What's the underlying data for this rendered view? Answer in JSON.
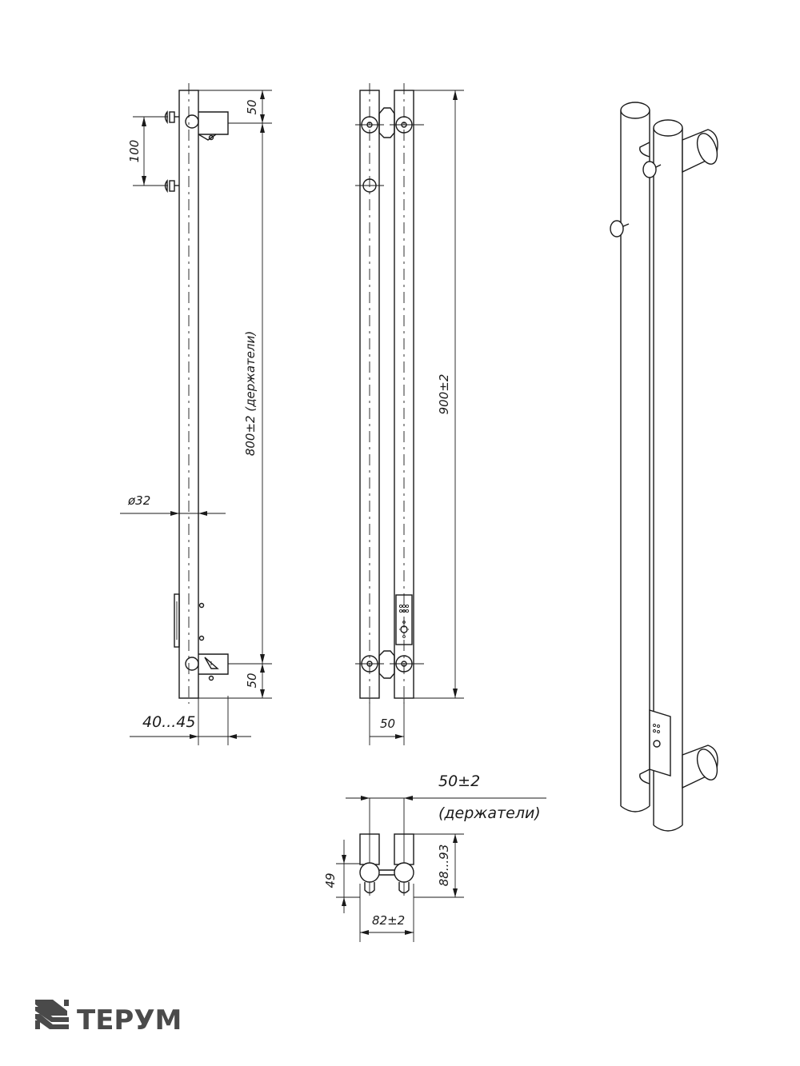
{
  "views": {
    "side": {
      "dim_holder_pitch": "100",
      "dim_top": "50",
      "dim_bottom": "50",
      "dim_height_holders": "800±2 (держатели)",
      "dim_diameter": "ø32",
      "dim_wall_gap": "40...45"
    },
    "front": {
      "dim_total_height": "900±2",
      "dim_pipe_spacing": "50"
    },
    "top": {
      "dim_holder_spacing": "50±2",
      "dim_holder_spacing_note": "(держатели)",
      "dim_depth": "88...93",
      "dim_offset": "49",
      "dim_width": "82±2"
    }
  },
  "brand": {
    "name": "ТЕРУМ",
    "logo_color": "#4a4a4a"
  },
  "colors": {
    "line": "#1a1a1a",
    "background": "#ffffff"
  }
}
